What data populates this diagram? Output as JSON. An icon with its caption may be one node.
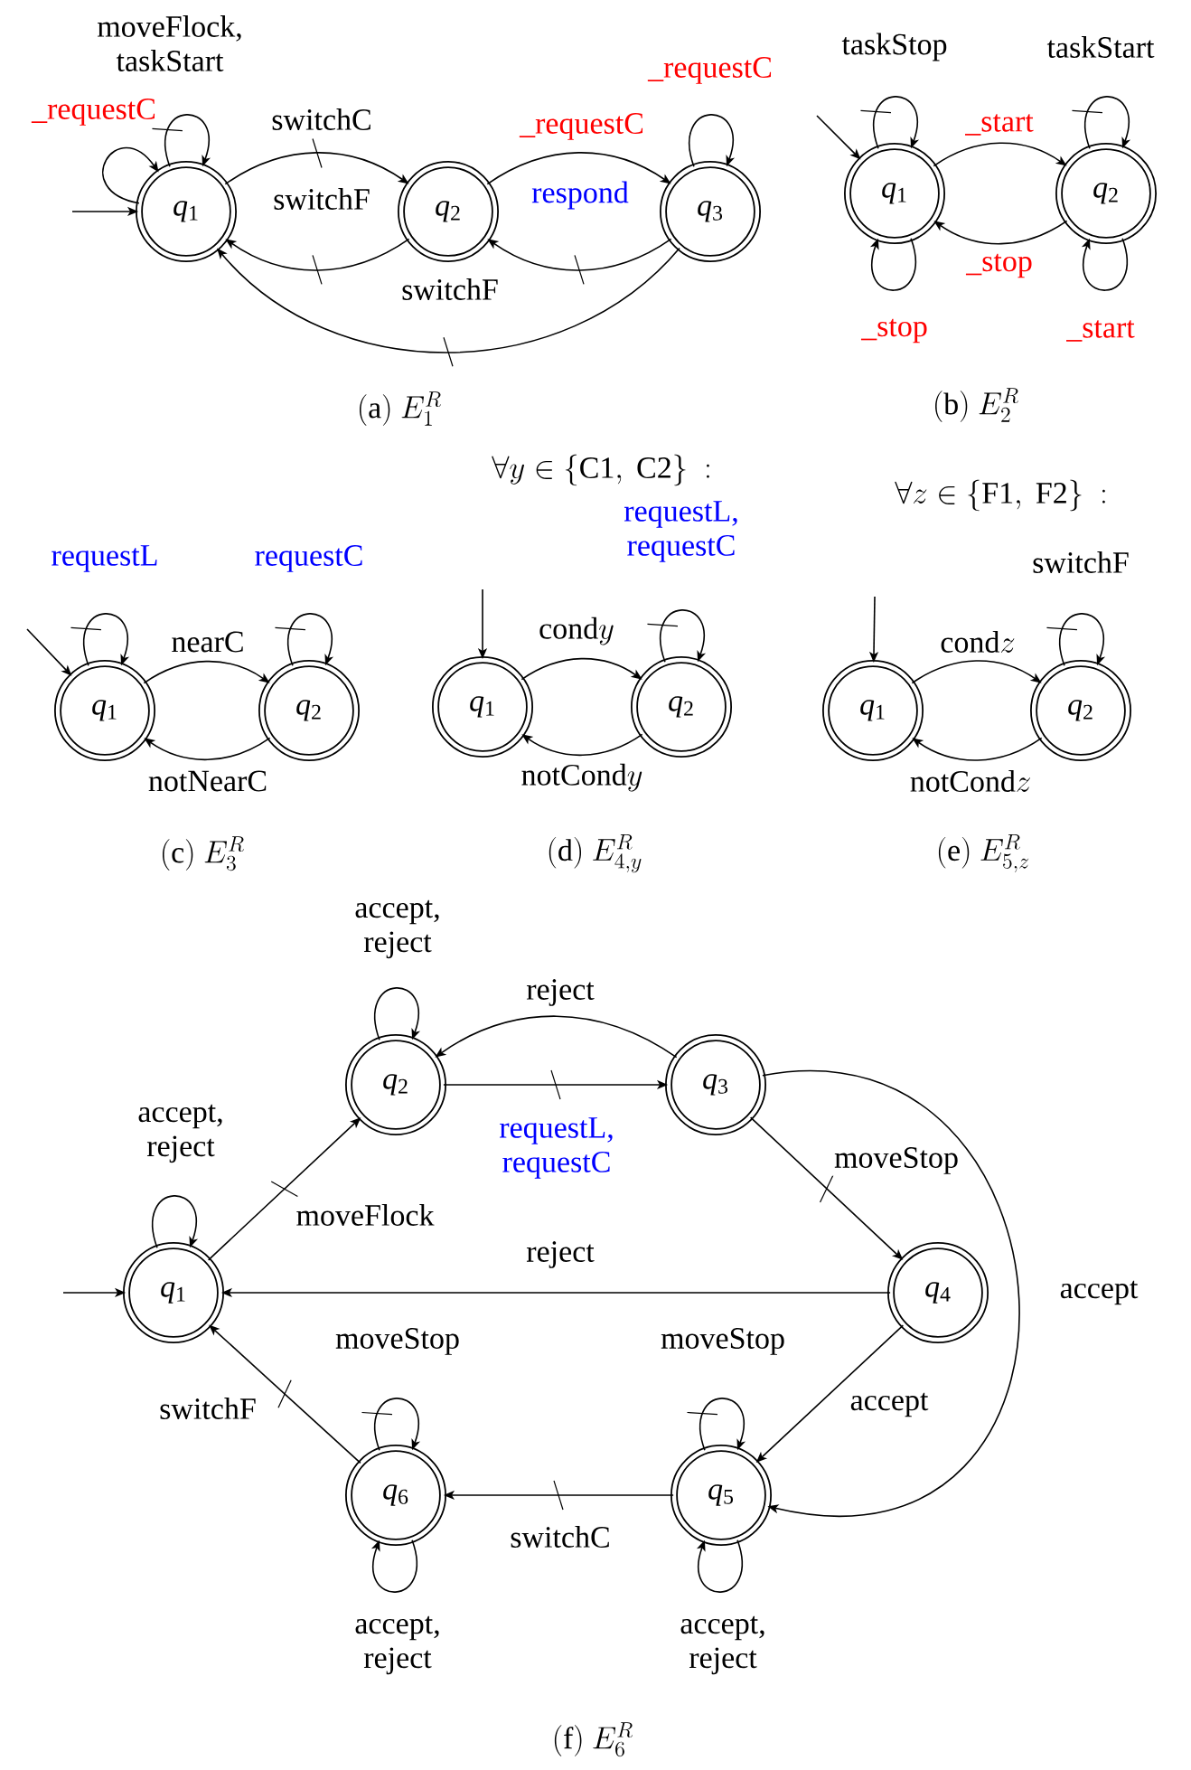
{
  "diagram": {
    "nodes": [
      {
        "text": [
          "*q*$_{1}$"
        ]
      },
      {
        "text": [
          "*q*$_{2}$"
        ]
      },
      {
        "text": [
          "*q*$_{3}$"
        ]
      },
      {
        "text": [
          "*q*$_{1}$"
        ]
      },
      {
        "text": [
          "*q*$_{2}$"
        ]
      },
      {
        "text": [
          "*q*$_{1}$"
        ]
      },
      {
        "text": [
          "*q*$_{2}$"
        ]
      },
      {
        "text": [
          "*q*$_{1}$"
        ]
      },
      {
        "text": [
          "*q*$_{2}$"
        ]
      },
      {
        "text": [
          "*q*$_{1}$"
        ]
      },
      {
        "text": [
          "*q*$_{2}$"
        ]
      },
      {
        "text": [
          "*q*$_{1}$"
        ]
      },
      {
        "text": [
          "*q*$_{2}$"
        ]
      },
      {
        "text": [
          "*q*$_{3}$"
        ]
      },
      {
        "text": [
          "*q*$_{4}$"
        ]
      },
      {
        "text": [
          "*q*$_{5}$"
        ]
      },
      {
        "text": [
          "*q*$_{6}$"
        ]
      }
    ],
    "edges": [
      {
        "from": null,
        "to": 0,
        "arrow": "to"
      },
      {
        "from": 0,
        "to": 0,
        "arrow": "to",
        "label": "_requestC"
      },
      {
        "from": 0,
        "to": 0,
        "arrow": "to",
        "label": "moveFlock, taskStart"
      },
      {
        "from": 0,
        "to": 1,
        "arrow": "to",
        "label": "switchC"
      },
      {
        "from": 1,
        "to": 0,
        "arrow": "to",
        "label": "switchF"
      },
      {
        "from": 1,
        "to": 2,
        "arrow": "to",
        "label": "_requestC"
      },
      {
        "from": 2,
        "to": 1,
        "arrow": "to",
        "label": "respond"
      },
      {
        "from": 2,
        "to": 0,
        "arrow": "to",
        "label": "switchF"
      },
      {
        "from": 2,
        "to": 2,
        "arrow": "to",
        "label": "_requestC"
      },
      {
        "from": null,
        "to": 3,
        "arrow": "to"
      },
      {
        "from": 3,
        "to": 3,
        "arrow": "to",
        "label": "taskStop"
      },
      {
        "from": 3,
        "to": 3,
        "arrow": "to",
        "label": "_stop"
      },
      {
        "from": 3,
        "to": 4,
        "arrow": "to",
        "label": "_start"
      },
      {
        "from": 4,
        "to": 3,
        "arrow": "to",
        "label": "_stop"
      },
      {
        "from": 4,
        "to": 4,
        "arrow": "to",
        "label": "taskStart"
      },
      {
        "from": 4,
        "to": 4,
        "arrow": "to",
        "label": "_start"
      },
      {
        "from": null,
        "to": 5,
        "arrow": "to"
      },
      {
        "from": 5,
        "to": 5,
        "arrow": "to",
        "label": "requestL"
      },
      {
        "from": 5,
        "to": 6,
        "arrow": "to",
        "label": "nearC"
      },
      {
        "from": 6,
        "to": 5,
        "arrow": "to",
        "label": "notNearC"
      },
      {
        "from": 6,
        "to": 6,
        "arrow": "to",
        "label": "requestC"
      },
      {
        "from": null,
        "to": 7,
        "arrow": "to"
      },
      {
        "from": 7,
        "to": 8,
        "arrow": "to",
        "label": "\\mathrm{cond}y"
      },
      {
        "from": 8,
        "to": 7,
        "arrow": "to",
        "label": "\\mathrm{notCond}y"
      },
      {
        "from": 8,
        "to": 8,
        "arrow": "to",
        "label": "requestL, requestC"
      },
      {
        "from": null,
        "to": 9,
        "arrow": "to"
      },
      {
        "from": 9,
        "to": 10,
        "arrow": "to",
        "label": "\\mathrm{cond}z"
      },
      {
        "from": 10,
        "to": 9,
        "arrow": "to",
        "label": "\\mathrm{notCond}z"
      },
      {
        "from": 10,
        "to": 10,
        "arrow": "to",
        "label": "switchF"
      },
      {
        "from": null,
        "to": 11,
        "arrow": "to"
      },
      {
        "from": 11,
        "to": 11,
        "arrow": "to",
        "label": "accept, reject"
      },
      {
        "from": 11,
        "to": 12,
        "arrow": "to",
        "label": "moveFlock"
      },
      {
        "from": 12,
        "to": 12,
        "arrow": "to",
        "label": "accept, reject"
      },
      {
        "from": 12,
        "to": 13,
        "arrow": "to",
        "label": "requestL, requestC"
      },
      {
        "from": 13,
        "to": 12,
        "arrow": "to",
        "label": "reject"
      },
      {
        "from": 13,
        "to": 14,
        "arrow": "to",
        "label": "moveStop"
      },
      {
        "from": 13,
        "to": 15,
        "arrow": "to",
        "label": "accept"
      },
      {
        "from": 14,
        "to": 11,
        "arrow": "to",
        "label": "reject"
      },
      {
        "from": 14,
        "to": 15,
        "arrow": "to",
        "label": "accept"
      },
      {
        "from": 15,
        "to": 15,
        "arrow": "to",
        "label": "moveStop"
      },
      {
        "from": 15,
        "to": 15,
        "arrow": "to",
        "label": "accept, reject"
      },
      {
        "from": 15,
        "to": 16,
        "arrow": "to",
        "label": "switchC"
      },
      {
        "from": 16,
        "to": 16,
        "arrow": "to",
        "label": "moveStop"
      },
      {
        "from": 16,
        "to": 16,
        "arrow": "to",
        "label": "accept, reject"
      },
      {
        "from": 16,
        "to": 11,
        "arrow": "to",
        "label": "switchF"
      }
    ],
    "labels": [
      "(\\mathrm{a})\\ E_1^R",
      "(\\mathrm{b})\\ E_2^R",
      "\\forall y \\in \\{\\mathrm{C1},\\ \\mathrm{C2}\\}\\ :",
      "\\forall z \\in \\{\\mathrm{F1},\\ \\mathrm{F2}\\}\\ :",
      "(\\mathrm{c})\\ E_3^R",
      "(\\mathrm{d})\\ E_{4,y}^R",
      "(\\mathrm{e})\\ E_{5,z}^R",
      "(\\mathrm{f})\\ E_6^R"
    ]
  }
}
